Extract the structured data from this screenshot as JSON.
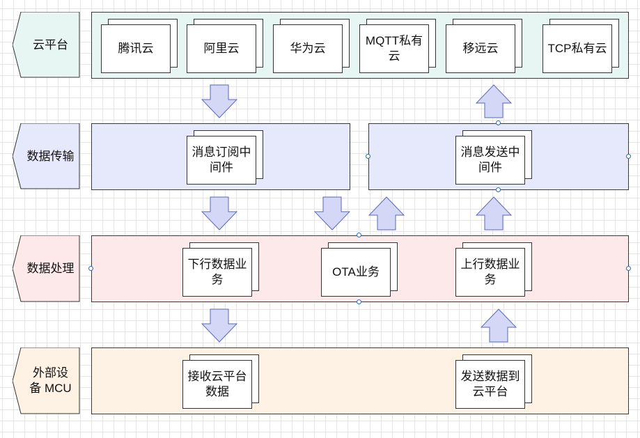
{
  "layers": [
    {
      "id": "cloud",
      "label": "云平台",
      "color": "#e8f6f3"
    },
    {
      "id": "transport",
      "label": "数据传输",
      "color": "#e6e8fc"
    },
    {
      "id": "processing",
      "label": "数据处理",
      "color": "#fde9ea"
    },
    {
      "id": "device",
      "label": "外部设备 MCU",
      "color": "#fdf2e3"
    }
  ],
  "cloud_nodes": [
    "腾讯云",
    "阿里云",
    "华为云",
    "MQTT私有云",
    "移远云",
    "TCP私有云"
  ],
  "transport_nodes": {
    "subscribe": "消息订阅中间件",
    "publish": "消息发送中间件"
  },
  "processing_nodes": {
    "downlink": "下行数据业务",
    "ota": "OTA业务",
    "uplink": "上行数据业务"
  },
  "device_nodes": {
    "receive": "接收云平台数据",
    "send": "发送数据到云平台"
  },
  "colors": {
    "arrow_fill": "#d4d8f6",
    "arrow_stroke": "#5a66b8",
    "handle": "#2a6db0"
  }
}
